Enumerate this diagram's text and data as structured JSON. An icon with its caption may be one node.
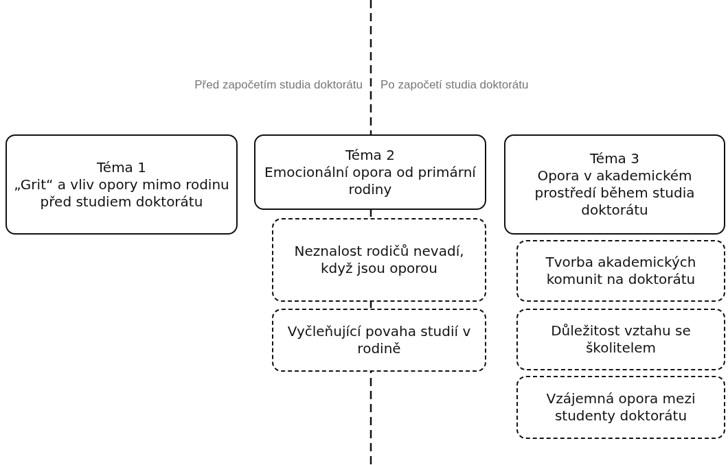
{
  "diagram": {
    "nodes": [
      {
        "text": [
          "Téma 1",
          "„Grit“ a vliv opory mimo rodinu před studiem doktorátu"
        ]
      },
      {
        "text": [
          "Téma 2",
          "Emocionální opora od primární rodiny"
        ]
      },
      {
        "text": [
          "Neznalost rodičů nevadí, když jsou oporou"
        ]
      },
      {
        "text": [
          "Vyčleňující povaha studií v rodině"
        ]
      },
      {
        "text": [
          "Téma 3",
          "Opora v akademickém prostředí během studia doktorátu"
        ]
      },
      {
        "text": [
          "Tvorba akademických komunit na doktorátu"
        ]
      },
      {
        "text": [
          "Důležitost vztahu se školitelem"
        ]
      },
      {
        "text": [
          "Vzájemná opora mezi studenty doktorátu"
        ]
      }
    ],
    "edges": [],
    "labels": [
      "Před započetím studia doktorátu",
      "Po započetí studia doktorátu"
    ]
  }
}
